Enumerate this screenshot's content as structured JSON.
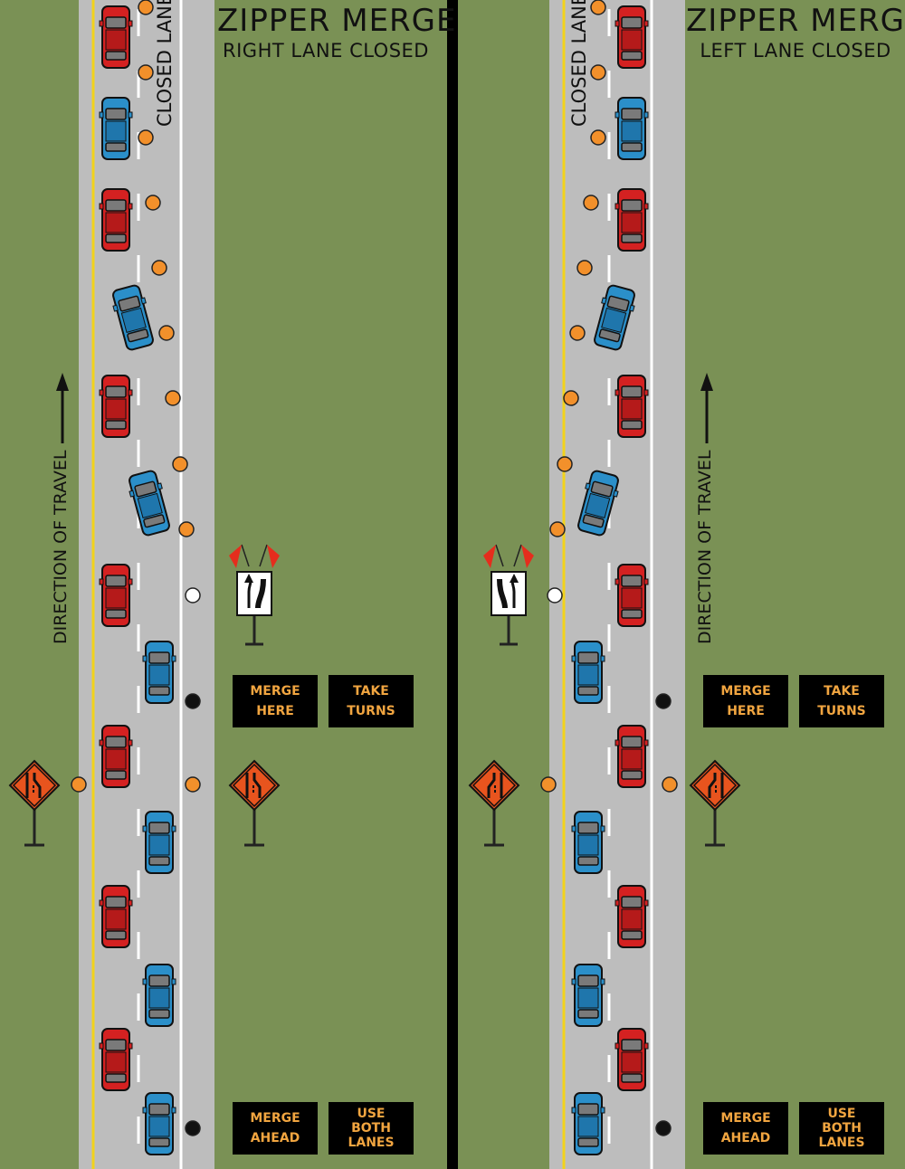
{
  "colors": {
    "grass": "#7a9155",
    "road": "#bdbdbd",
    "yellow_line": "#f2d21b",
    "edge_line": "#ffffff",
    "cone": "#f2902b",
    "red_car": "#d42121",
    "blue_car": "#2b8fc9",
    "sign_orange": "#e8541e",
    "divider": "#000000",
    "message_text": "#f1a540"
  },
  "panels": [
    {
      "id": "left",
      "title": "ZIPPER MERGE",
      "subtitle": "RIGHT LANE CLOSED",
      "closed_lane_label": "CLOSED LANE",
      "travel_label": "DIRECTION OF TRAVEL",
      "closed_side": "right",
      "upper_signs": [
        "MERGE HERE",
        "TAKE TURNS"
      ],
      "lower_signs": [
        "MERGE AHEAD",
        "USE BOTH LANES"
      ],
      "arrow_sign_icon": "keep-left-arrow-icon",
      "warning_sign_icon": "right-lane-ends-icon"
    },
    {
      "id": "right",
      "title": "ZIPPER MERGE",
      "subtitle": "LEFT LANE CLOSED",
      "closed_lane_label": "CLOSED LANE",
      "travel_label": "DIRECTION OF TRAVEL",
      "closed_side": "left",
      "upper_signs": [
        "MERGE HERE",
        "TAKE TURNS"
      ],
      "lower_signs": [
        "MERGE AHEAD",
        "USE BOTH LANES"
      ],
      "arrow_sign_icon": "keep-right-arrow-icon",
      "warning_sign_icon": "left-lane-ends-icon"
    }
  ]
}
